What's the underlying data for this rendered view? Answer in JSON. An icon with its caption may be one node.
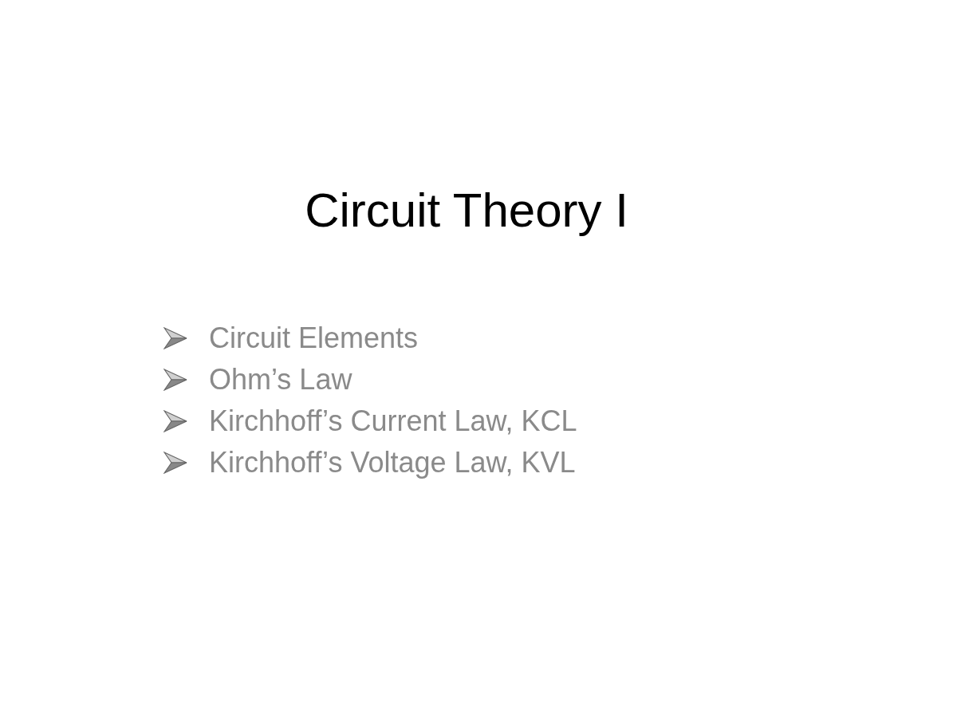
{
  "diagram": {
    "title": "Circuit Theory I",
    "labels": [
      "Circuit Elements",
      "Ohm’s Law",
      "Kirchhoff’s Current Law, KCL",
      "Kirchhoff’s Voltage Law, KVL"
    ]
  }
}
